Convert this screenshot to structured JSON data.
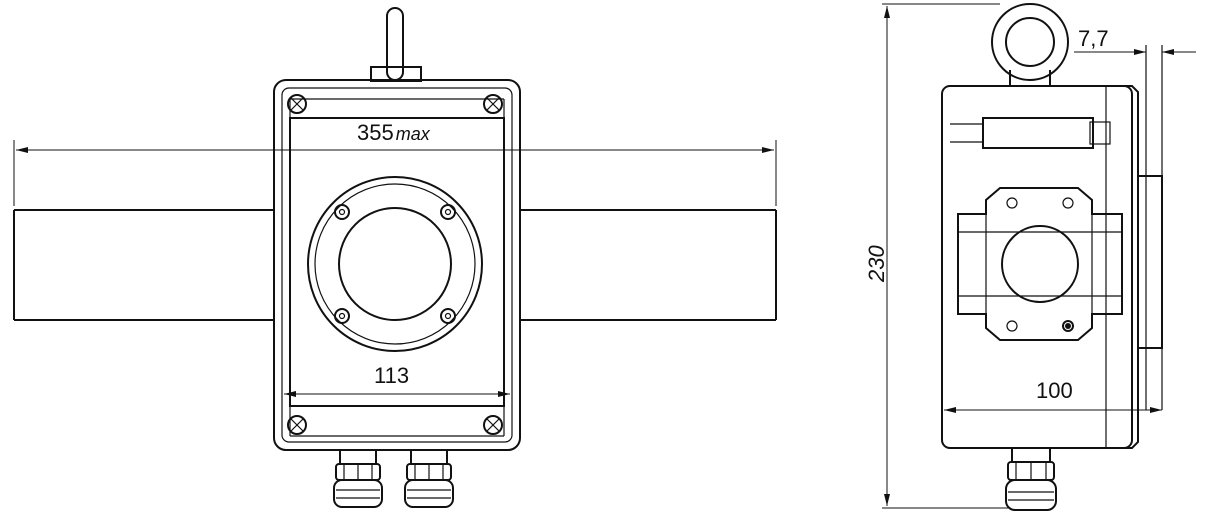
{
  "drawing": {
    "front_view": {
      "dim_width_value": "355",
      "dim_width_suffix": "max",
      "dim_box_width": "113"
    },
    "side_view": {
      "dim_height": "230",
      "dim_depth": "100",
      "dim_plate": "7,7"
    }
  },
  "colors": {
    "line": "#111111",
    "background": "#ffffff"
  }
}
